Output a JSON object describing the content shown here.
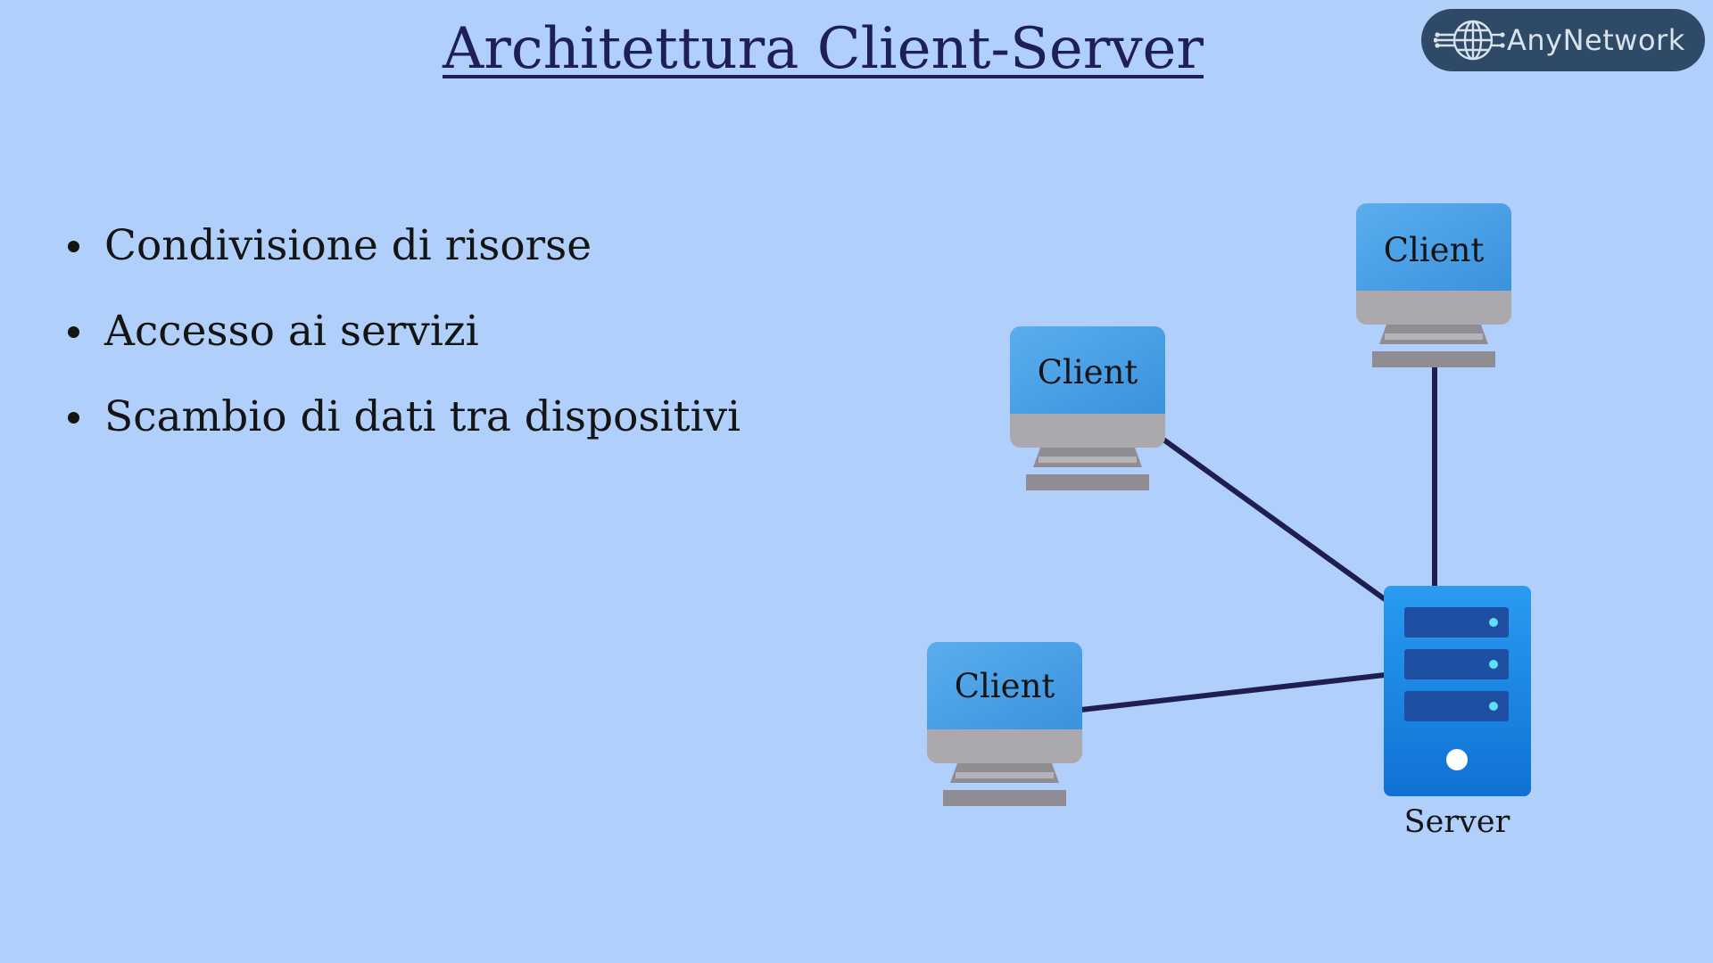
{
  "slide": {
    "title": "Architettura Client-Server",
    "logo_text": "AnyNetwork",
    "bullets": [
      "Condivisione di risorse",
      "Accesso ai servizi",
      "Scambio di dati tra dispositivi"
    ]
  },
  "diagram": {
    "nodes": [
      {
        "id": "client-1",
        "type": "client",
        "label": "Client"
      },
      {
        "id": "client-2",
        "type": "client",
        "label": "Client"
      },
      {
        "id": "client-3",
        "type": "client",
        "label": "Client"
      },
      {
        "id": "server",
        "type": "server",
        "label": "Server"
      }
    ],
    "edges": [
      {
        "from": "client-1",
        "to": "server"
      },
      {
        "from": "client-2",
        "to": "server"
      },
      {
        "from": "client-3",
        "to": "server"
      }
    ]
  },
  "colors": {
    "background": "#b0cffa",
    "title": "#1e1e5a",
    "connector": "#1e1e50",
    "screen": "#4a9fe6",
    "stand": "#9c9aa1",
    "server": "#1c86e3",
    "logo_bg": "#2f4a66"
  },
  "icons": {
    "logo": "globe-icon",
    "client": "desktop-computer-icon",
    "server": "server-rack-icon"
  }
}
